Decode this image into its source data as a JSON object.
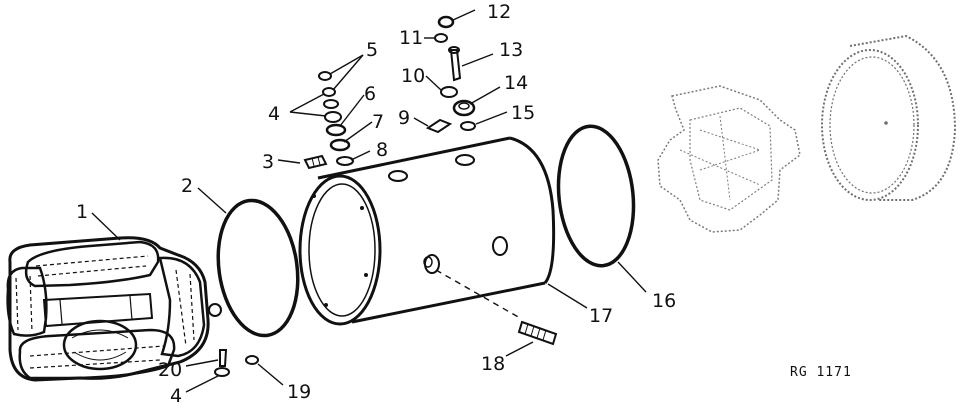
{
  "diagram": {
    "callouts": [
      "1",
      "2",
      "3",
      "4",
      "5",
      "6",
      "7",
      "8",
      "9",
      "10",
      "11",
      "12",
      "13",
      "14",
      "15",
      "16",
      "17",
      "18",
      "19",
      "20"
    ],
    "bottom_left_4": "4",
    "figure_code": "RG 1171"
  }
}
